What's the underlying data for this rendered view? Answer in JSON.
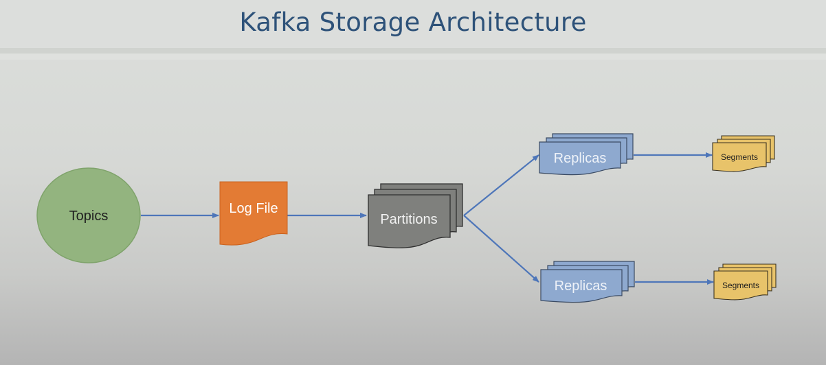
{
  "title": "Kafka Storage Architecture",
  "nodes": {
    "topics": "Topics",
    "log_file": "Log File",
    "partitions": "Partitions",
    "replicas_top": "Replicas",
    "replicas_bottom": "Replicas",
    "segments_top": "Segments",
    "segments_bottom": "Segments"
  },
  "colors": {
    "title": "#2e5279",
    "topics_fill": "#93b47f",
    "log_file_fill": "#e37b34",
    "partitions_fill": "#7f807d",
    "replicas_fill": "#8ea9cf",
    "segments_fill": "#e8c36a",
    "arrow": "#4e76b9"
  }
}
